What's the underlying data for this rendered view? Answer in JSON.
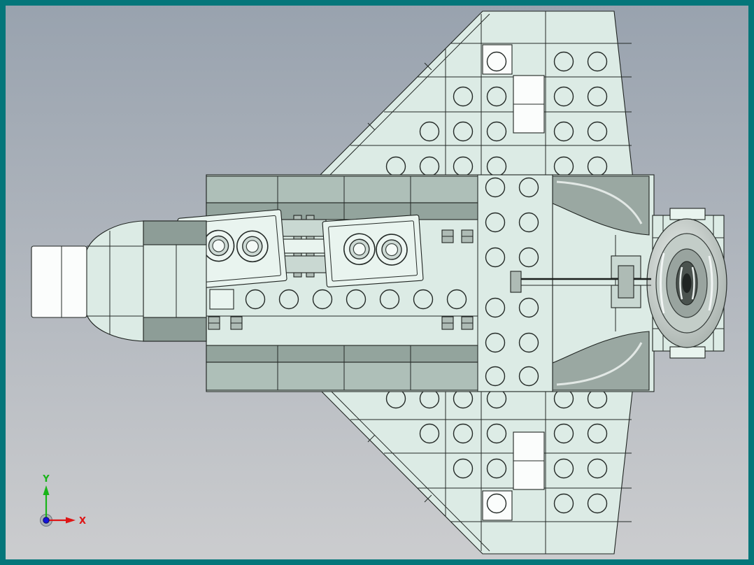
{
  "viewport": {
    "border_color": "#04767a",
    "background_top": "#98a2ae",
    "background_bottom": "#cccdcf"
  },
  "model": {
    "name": "lego-space-shuttle-top-view",
    "brick_color": "#dcebe5",
    "bright_brick_color": "#e9f4ef",
    "tile_white": "#fbfdfc",
    "gray_light": "#aebfb8",
    "gray_mid": "#9aa8a2",
    "gray_dark": "#8d9d97",
    "outline_color": "#1f2421"
  },
  "triad": {
    "y_label": "Y",
    "x_label": "X",
    "y_axis_color": "#18b418",
    "x_axis_color": "#de1414",
    "z_dot_color": "#1414dc",
    "hub_color": "#a8b0b6"
  }
}
